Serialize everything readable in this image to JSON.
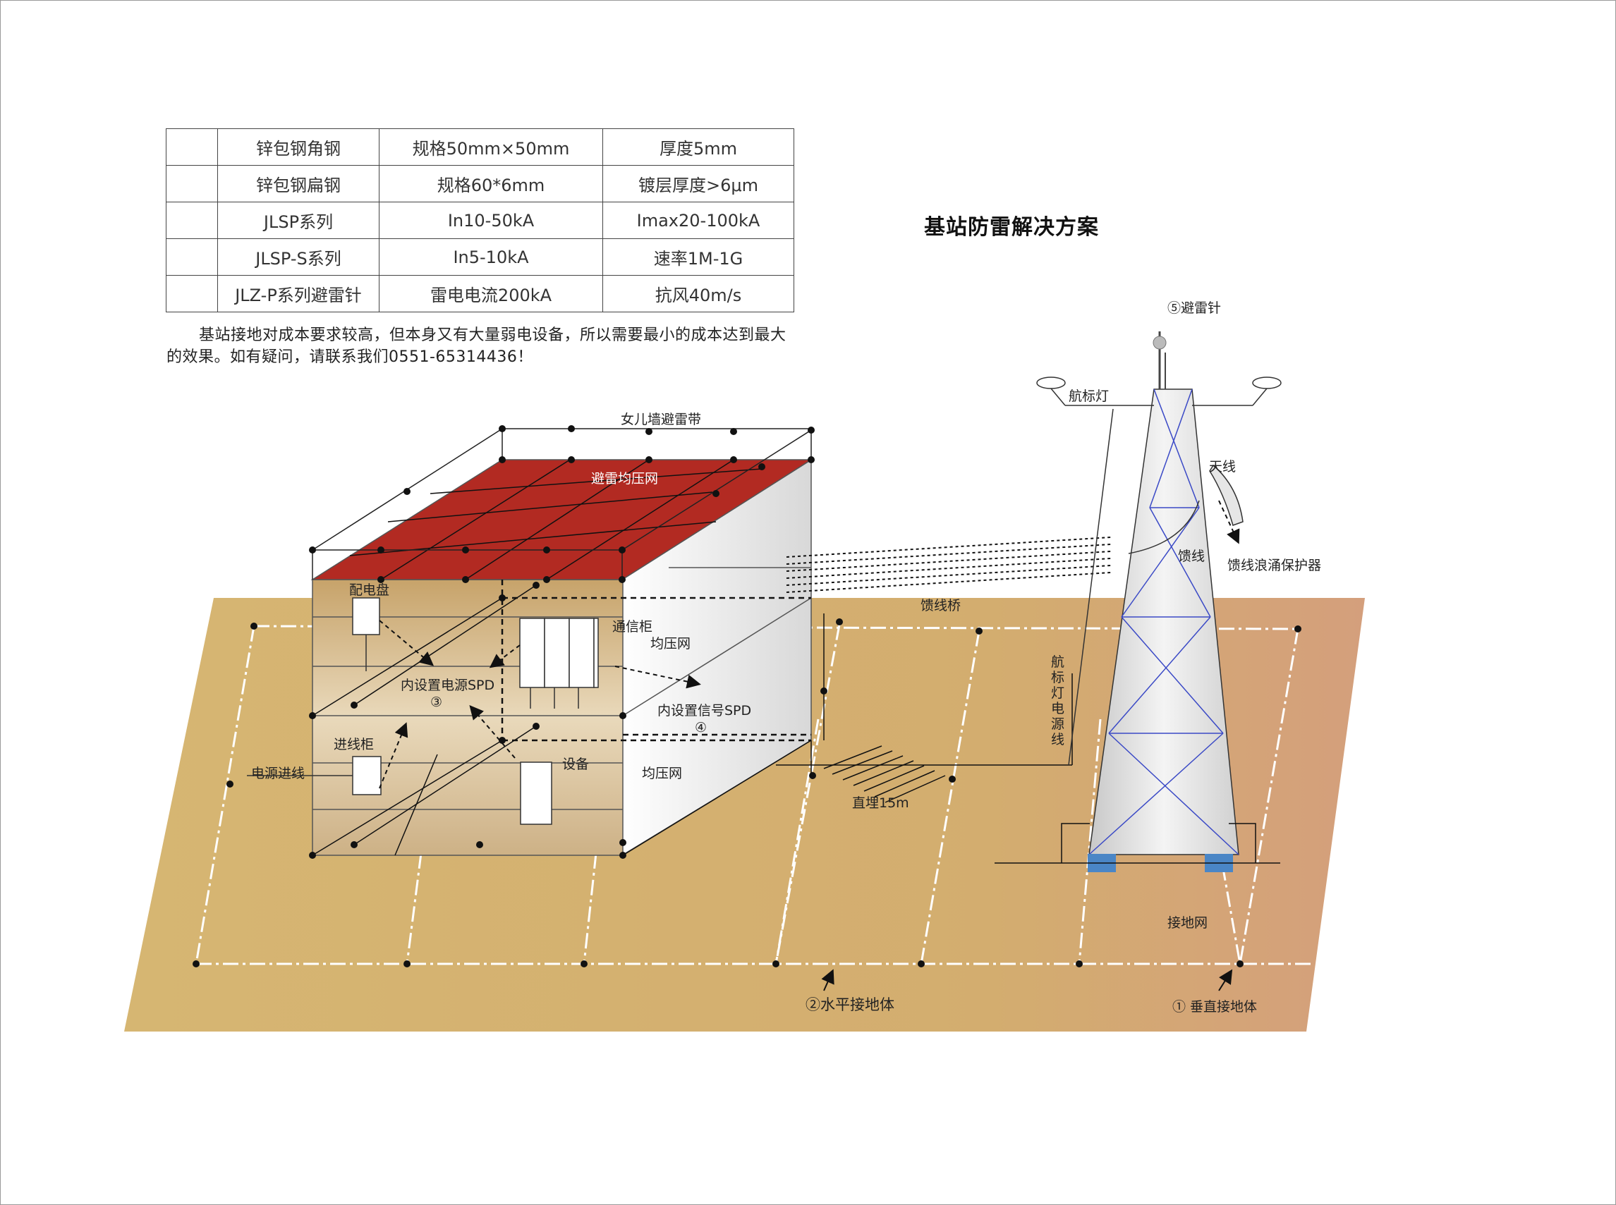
{
  "title": "基站防雷解决方案",
  "spec_table": [
    [
      "",
      "锌包钢角钢",
      "规格50mm×50mm",
      "厚度5mm"
    ],
    [
      "",
      "锌包钢扁钢",
      "规格60*6mm",
      "镀层厚度>6μm"
    ],
    [
      "",
      "JLSP系列",
      "In10-50kA",
      "Imax20-100kA"
    ],
    [
      "",
      "JLSP-S系列",
      "In5-10kA",
      "速率1M-1G"
    ],
    [
      "",
      "JLZ-P系列避雷针",
      "雷电电流200kA",
      "抗风40m/s"
    ]
  ],
  "intro": "基站接地对成本要求较高，但本身又有大量弱电设备，所以需要最小的成本达到最大的效果。如有疑问，请联系我们0551-65314436！",
  "labels": {
    "parapet_belt": "女儿墙避雷带",
    "roof_mesh": "避雷均压网",
    "distribution_panel": "配电盘",
    "comm_cabinet": "通信柜",
    "equipotential_upper": "均压网",
    "equipotential_lower": "均压网",
    "power_spd": "内设置电源SPD",
    "power_spd_num": "③",
    "signal_spd": "内设置信号SPD",
    "signal_spd_num": "④",
    "incoming_cabinet": "进线柜",
    "power_inlet": "电源进线",
    "equipment": "设备",
    "feeder_bridge": "馈线桥",
    "buried": "直埋15m",
    "horizontal_grounding": "②水平接地体",
    "vertical_grounding": "① 垂直接地体",
    "grounding_grid": "接地网",
    "lightning_rod": "⑤避雷针",
    "nav_light": "航标灯",
    "antenna": "天线",
    "feeder": "馈线",
    "feeder_surge": "馈线浪涌保护器",
    "nav_power": "航标灯电源线"
  },
  "colors": {
    "ground": "#d4b06e",
    "ground_right": "#d5a07a",
    "roof": "#b22a22",
    "wall_front": "#c9a873",
    "wall_side": "#e8e8e8",
    "tower_frame": "#3a49c6",
    "tower_feet": "#4a86c6"
  }
}
